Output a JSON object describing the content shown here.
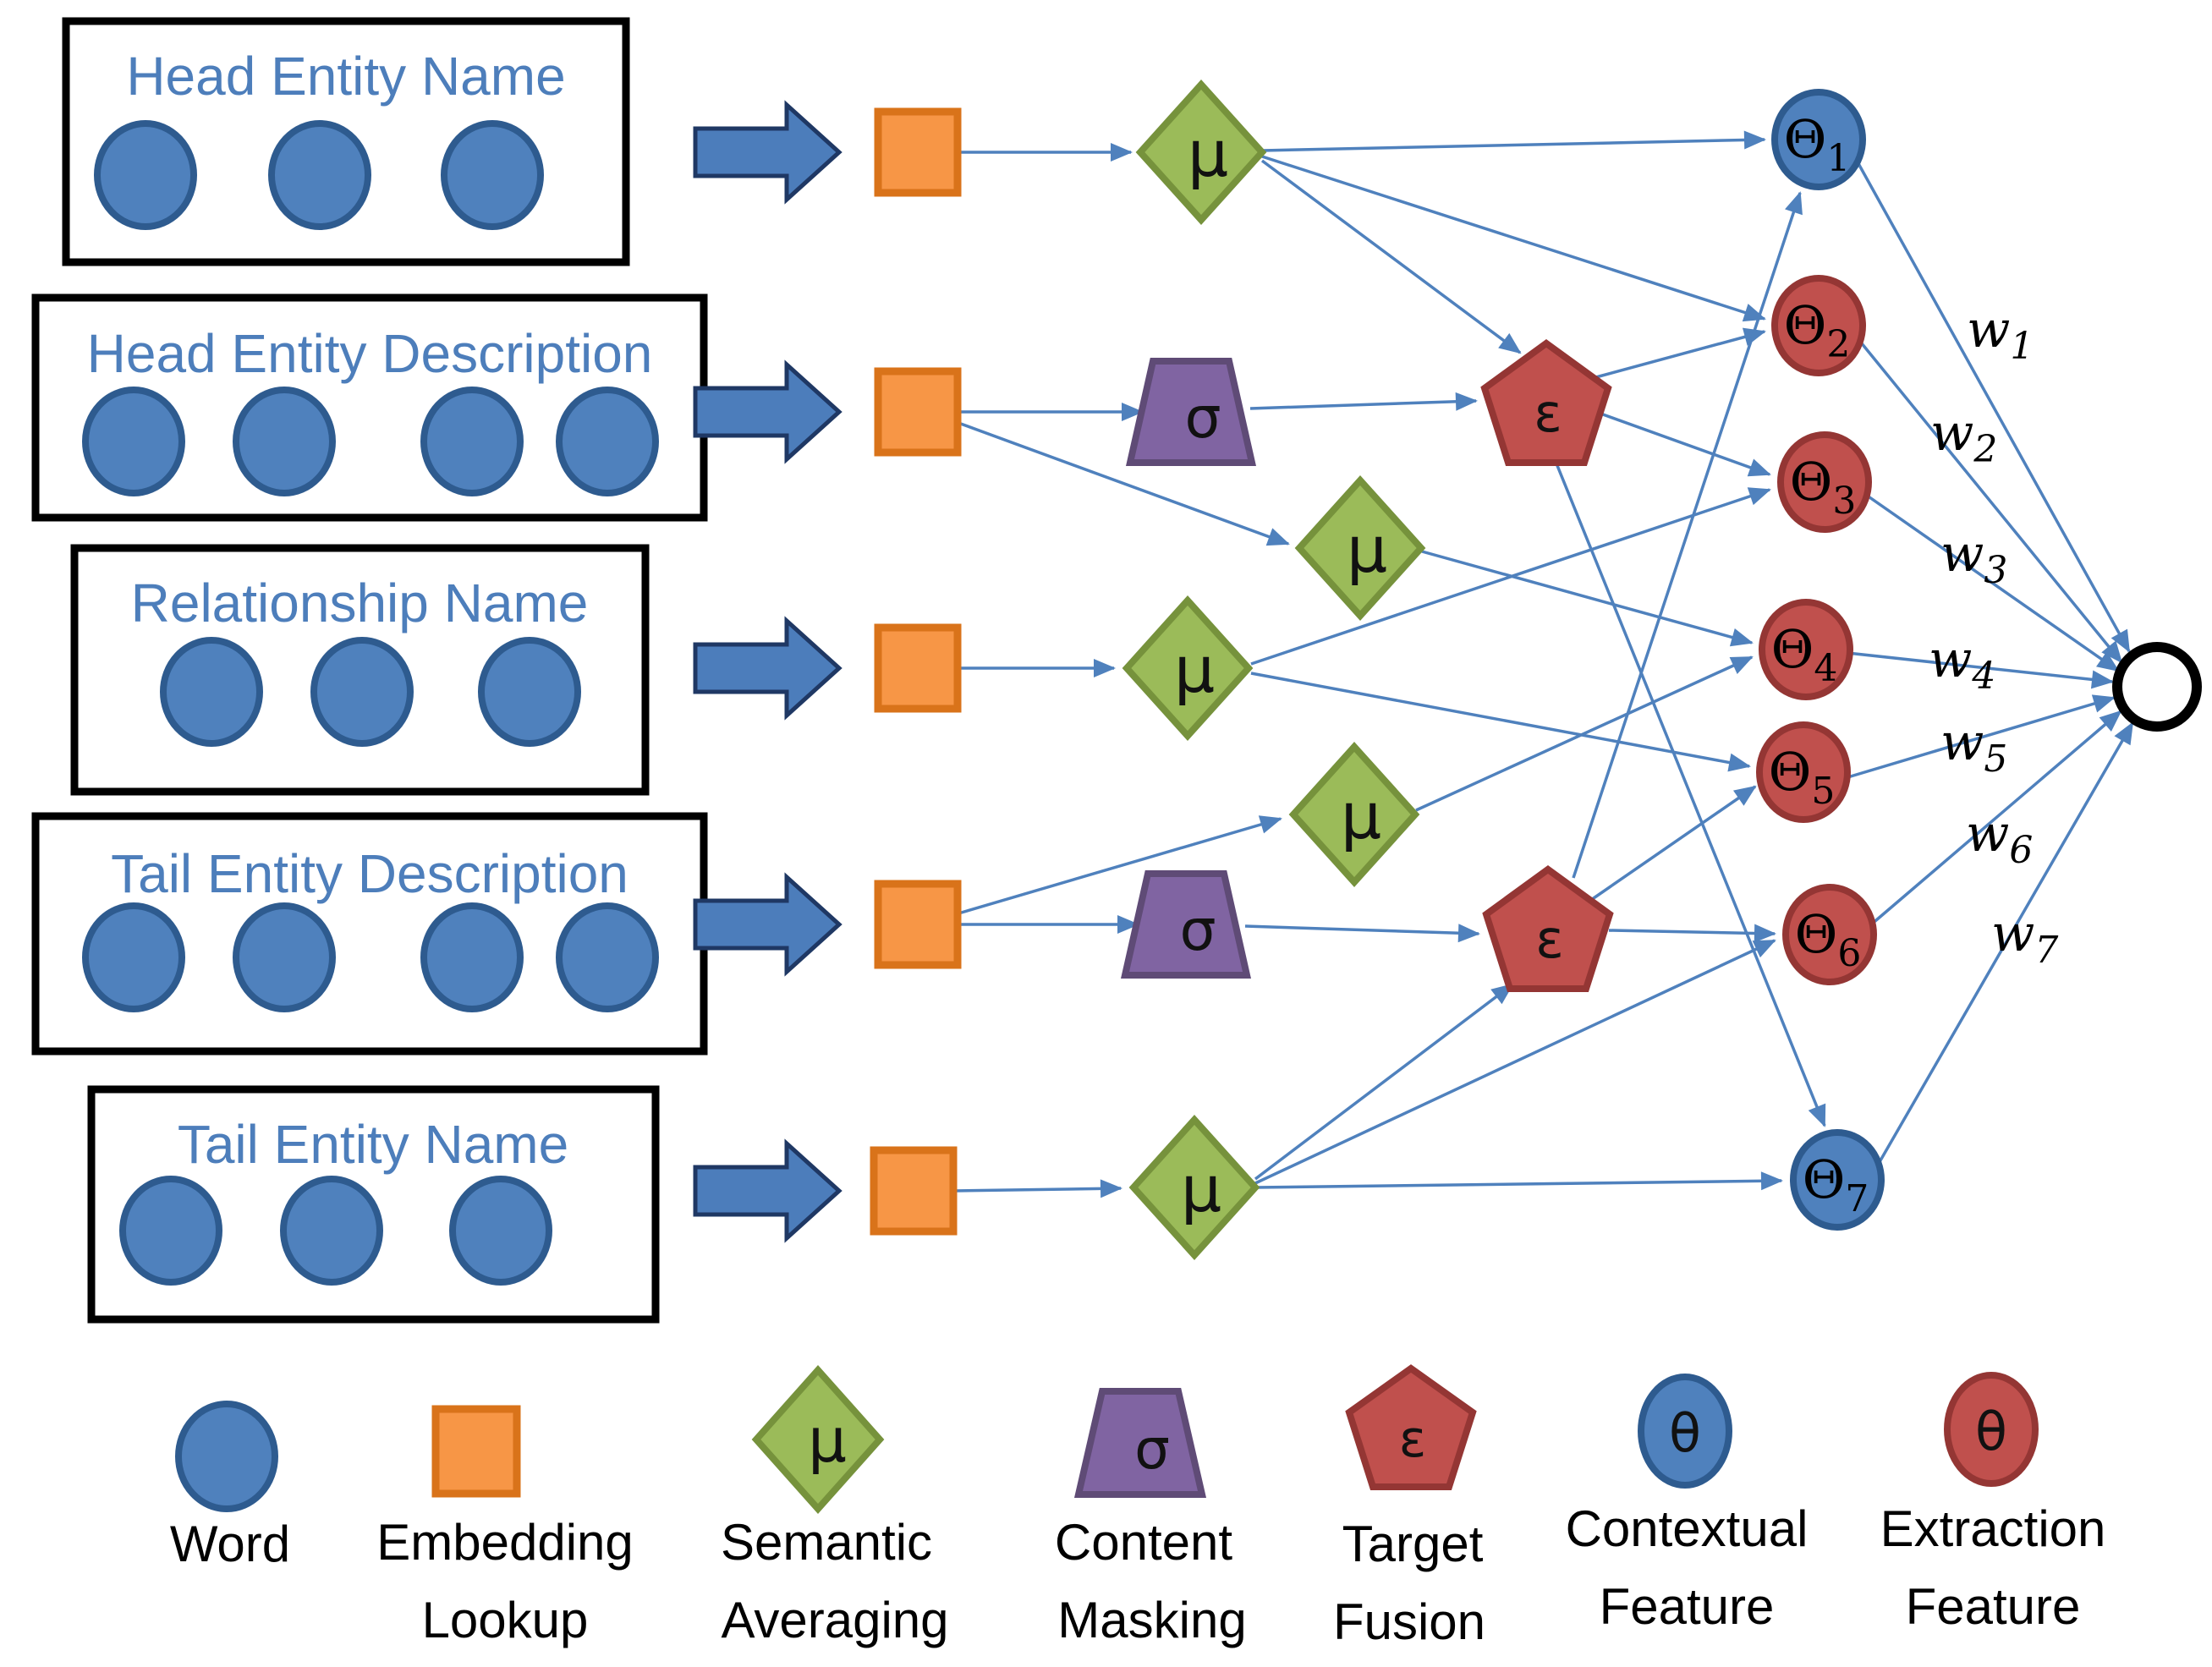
{
  "figure": {
    "inputs": [
      {
        "title": "Head Entity Name",
        "word_count": 3
      },
      {
        "title": "Head Entity Description",
        "word_count": 4
      },
      {
        "title": "Relationship Name",
        "word_count": 3
      },
      {
        "title": "Tail Entity Description",
        "word_count": 4
      },
      {
        "title": "Tail Entity Name",
        "word_count": 3
      }
    ],
    "operators": {
      "mu": "μ",
      "sigma": "σ",
      "epsilon": "ε"
    },
    "features": [
      {
        "glyph": "Θ",
        "sub": "1",
        "kind": "contextual"
      },
      {
        "glyph": "Θ",
        "sub": "2",
        "kind": "extraction"
      },
      {
        "glyph": "Θ",
        "sub": "3",
        "kind": "extraction"
      },
      {
        "glyph": "Θ",
        "sub": "4",
        "kind": "extraction"
      },
      {
        "glyph": "Θ",
        "sub": "5",
        "kind": "extraction"
      },
      {
        "glyph": "Θ",
        "sub": "6",
        "kind": "extraction"
      },
      {
        "glyph": "Θ",
        "sub": "7",
        "kind": "contextual"
      }
    ],
    "weights": [
      {
        "base": "w",
        "sub": "1"
      },
      {
        "base": "w",
        "sub": "2"
      },
      {
        "base": "w",
        "sub": "3"
      },
      {
        "base": "w",
        "sub": "4"
      },
      {
        "base": "w",
        "sub": "5"
      },
      {
        "base": "w",
        "sub": "6"
      },
      {
        "base": "w",
        "sub": "7"
      }
    ],
    "edges": [
      {
        "from": "head-name-embedding",
        "to": "head-name-averaging"
      },
      {
        "from": "head-desc-embedding",
        "to": "head-desc-masking"
      },
      {
        "from": "head-desc-embedding",
        "to": "head-desc-averaging"
      },
      {
        "from": "relationship-embedding",
        "to": "relationship-averaging"
      },
      {
        "from": "tail-desc-embedding",
        "to": "tail-desc-masking"
      },
      {
        "from": "tail-desc-embedding",
        "to": "tail-desc-averaging"
      },
      {
        "from": "tail-name-embedding",
        "to": "tail-name-averaging"
      },
      {
        "from": "head-desc-masking",
        "to": "head-fusion"
      },
      {
        "from": "tail-desc-masking",
        "to": "tail-fusion"
      },
      {
        "from": "head-name-averaging",
        "to": "theta1"
      },
      {
        "from": "head-name-averaging",
        "to": "theta2"
      },
      {
        "from": "head-name-averaging",
        "to": "head-fusion"
      },
      {
        "from": "tail-name-averaging",
        "to": "theta7"
      },
      {
        "from": "tail-name-averaging",
        "to": "theta6"
      },
      {
        "from": "tail-name-averaging",
        "to": "tail-fusion"
      },
      {
        "from": "head-fusion",
        "to": "theta2"
      },
      {
        "from": "head-fusion",
        "to": "theta3"
      },
      {
        "from": "head-fusion",
        "to": "theta7"
      },
      {
        "from": "tail-fusion",
        "to": "theta6"
      },
      {
        "from": "tail-fusion",
        "to": "theta5"
      },
      {
        "from": "tail-fusion",
        "to": "theta1"
      },
      {
        "from": "relationship-averaging",
        "to": "theta3"
      },
      {
        "from": "relationship-averaging",
        "to": "theta5"
      },
      {
        "from": "head-desc-averaging",
        "to": "theta4"
      },
      {
        "from": "tail-desc-averaging",
        "to": "theta4"
      },
      {
        "from": "theta1",
        "to": "output",
        "weight": "w1"
      },
      {
        "from": "theta2",
        "to": "output",
        "weight": "w2"
      },
      {
        "from": "theta3",
        "to": "output",
        "weight": "w3"
      },
      {
        "from": "theta4",
        "to": "output",
        "weight": "w4"
      },
      {
        "from": "theta5",
        "to": "output",
        "weight": "w5"
      },
      {
        "from": "theta6",
        "to": "output",
        "weight": "w6"
      },
      {
        "from": "theta7",
        "to": "output",
        "weight": "w7"
      }
    ],
    "colors": {
      "word": "#4f81bd",
      "word_border": "#2e5b8f",
      "embedding": "#f79646",
      "embedding_border": "#d9731a",
      "averaging": "#9bbb59",
      "averaging_border": "#76923c",
      "masking": "#8064a2",
      "masking_border": "#5f4b76",
      "fusion": "#c0504d",
      "fusion_border": "#943634",
      "contextual": "#4f81bd",
      "extraction": "#c0504d",
      "edge": "#4f81bd",
      "title_text": "#4d7ebb"
    }
  },
  "legend": {
    "items": [
      {
        "symbol": "word-circle",
        "glyph": "",
        "line1": "Word",
        "line2": ""
      },
      {
        "symbol": "embedding-square",
        "glyph": "",
        "line1": "Embedding",
        "line2": "Lookup"
      },
      {
        "symbol": "averaging-diamond",
        "glyph": "μ",
        "line1": "Semantic",
        "line2": "Averaging"
      },
      {
        "symbol": "masking-trapezoid",
        "glyph": "σ",
        "line1": "Content",
        "line2": "Masking"
      },
      {
        "symbol": "fusion-pentagon",
        "glyph": "ε",
        "line1": "Target",
        "line2": "Fusion"
      },
      {
        "symbol": "contextual-circle",
        "glyph": "θ",
        "line1": "Contextual",
        "line2": "Feature"
      },
      {
        "symbol": "extraction-circle",
        "glyph": "θ",
        "line1": "Extraction",
        "line2": "Feature"
      }
    ]
  }
}
